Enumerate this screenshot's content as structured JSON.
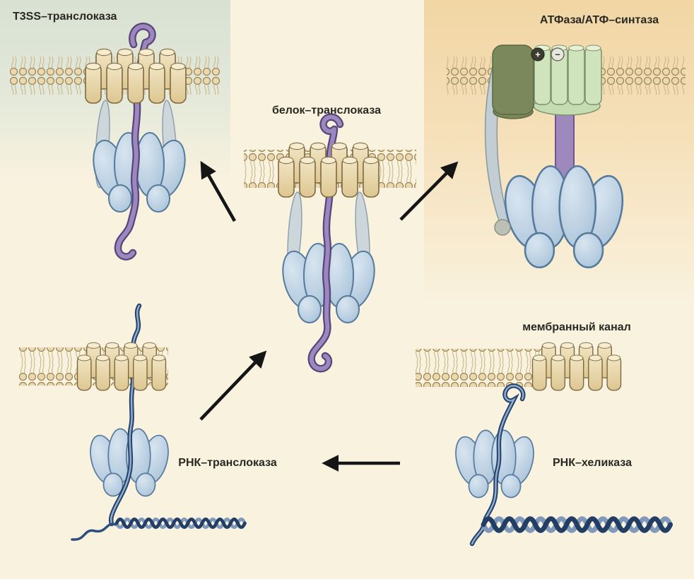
{
  "labels": {
    "t3ss": "T3SS–транслоказа",
    "atp_synthase": "АТФаза/АТФ–синтаза",
    "protein_translocase": "белок–транслоказа",
    "membrane_channel": "мембранный канал",
    "rna_translocase": "РНК–транслоказа",
    "rna_helicase": "РНК–хеликаза"
  },
  "symbols": {
    "plus": "+",
    "minus": "−"
  },
  "colors": {
    "background": "#f9f2de",
    "panel_green": "#d8e1d2",
    "panel_orange": "#f2d6a4",
    "membrane_head": "#ead9b0",
    "barrel_tan": "#ecddb4",
    "motor_blue": "#b7cde1",
    "substrate_purple": "#9d87c1",
    "rna_navy": "#24436b",
    "helix_light": "#8099ba",
    "c_ring_light": "#cfe3bd",
    "c_ring_dark": "#7a885c",
    "stalk_purple": "#9e88bc",
    "arrow_black": "#151515"
  }
}
